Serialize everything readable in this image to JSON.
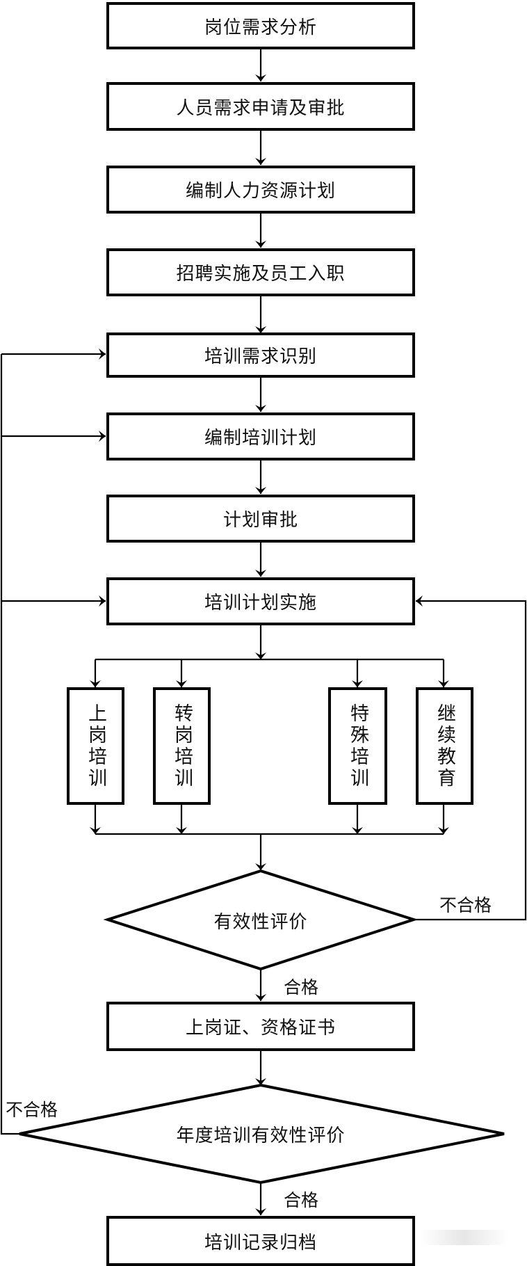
{
  "diagram": {
    "type": "flowchart",
    "colors": {
      "stroke": "#000000",
      "background": "#ffffff",
      "text": "#111111"
    },
    "process_steps": [
      {
        "id": "s1",
        "label": "岗位需求分析"
      },
      {
        "id": "s2",
        "label": "人员需求申请及审批"
      },
      {
        "id": "s3",
        "label": "编制人力资源计划"
      },
      {
        "id": "s4",
        "label": "招聘实施及员工入职"
      },
      {
        "id": "s5",
        "label": "培训需求识别"
      },
      {
        "id": "s6",
        "label": "编制培训计划"
      },
      {
        "id": "s7",
        "label": "计划审批"
      },
      {
        "id": "s8",
        "label": "培训计划实施"
      }
    ],
    "training_types": [
      {
        "id": "t1",
        "label": "上岗培训"
      },
      {
        "id": "t2",
        "label": "转岗培训"
      },
      {
        "id": "t3",
        "label": "特殊培训"
      },
      {
        "id": "t4",
        "label": "继续教育"
      }
    ],
    "decision_1": {
      "id": "d1",
      "label": "有效性评价",
      "pass_label": "合格",
      "fail_label": "不合格"
    },
    "certificate": {
      "id": "c1",
      "label": "上岗证、资格证书"
    },
    "decision_2": {
      "id": "d2",
      "label": "年度培训有效性评价",
      "pass_label": "合格",
      "fail_label": "不合格"
    },
    "final_step": {
      "id": "f1",
      "label": "培训记录归档"
    },
    "edges": [
      {
        "from": "s1",
        "to": "s2"
      },
      {
        "from": "s2",
        "to": "s3"
      },
      {
        "from": "s3",
        "to": "s4"
      },
      {
        "from": "s4",
        "to": "s5"
      },
      {
        "from": "s5",
        "to": "s6"
      },
      {
        "from": "s6",
        "to": "s7"
      },
      {
        "from": "s7",
        "to": "s8"
      },
      {
        "from": "s8",
        "to": [
          "t1",
          "t2",
          "t3",
          "t4"
        ]
      },
      {
        "from": [
          "t1",
          "t2",
          "t3",
          "t4"
        ],
        "to": "d1"
      },
      {
        "from": "d1",
        "to": "c1",
        "label": "合格"
      },
      {
        "from": "d1",
        "to": "s8",
        "label": "不合格"
      },
      {
        "from": "c1",
        "to": "d2"
      },
      {
        "from": "d2",
        "to": "f1",
        "label": "合格"
      },
      {
        "from": "d2",
        "to": [
          "s5",
          "s6",
          "s8"
        ],
        "label": "不合格"
      }
    ]
  }
}
